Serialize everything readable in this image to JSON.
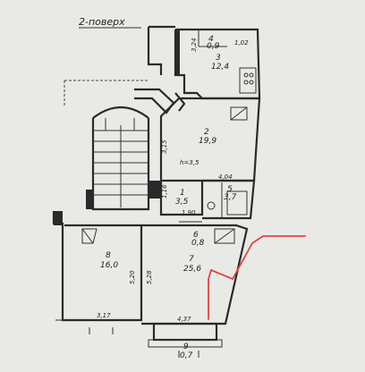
{
  "title": "2-поверх",
  "rooms": [
    {
      "num": "3",
      "area": "12,4"
    },
    {
      "num": "4",
      "area": "0,9"
    },
    {
      "num": "2",
      "area": "19,9"
    },
    {
      "num": "1",
      "area": "3,5"
    },
    {
      "num": "5",
      "area": "3,7"
    },
    {
      "num": "6",
      "area": "0,8"
    },
    {
      "num": "7",
      "area": "25,6"
    },
    {
      "num": "8",
      "area": "16,0"
    },
    {
      "num": "9",
      "area": "0,7"
    }
  ],
  "dimensions": {
    "d1": "3,24",
    "d2": "1,02",
    "d3": "3,15",
    "d4": "h=3,5",
    "d5": "4,04",
    "d6": "1,16",
    "d7": "1,90",
    "d8": "5,20",
    "d9": "5,28",
    "d10": "3,17",
    "d11": "4,37"
  },
  "colors": {
    "red_mark": "#e0453e",
    "walls": "#2a2a2a",
    "paper": "#e9e9e6"
  }
}
